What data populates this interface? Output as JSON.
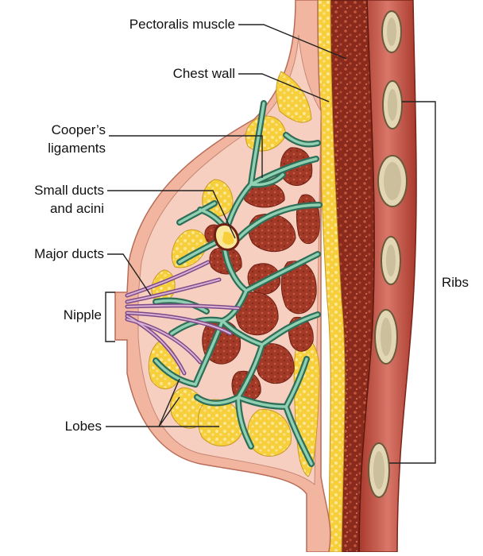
{
  "labels": {
    "pectoralis": "Pectoralis muscle",
    "chest_wall": "Chest wall",
    "coopers_1": "Cooper’s",
    "coopers_2": "ligaments",
    "small_ducts_1": "Small ducts",
    "small_ducts_2": "and acini",
    "major_ducts": "Major ducts",
    "nipple": "Nipple",
    "lobes": "Lobes",
    "ribs": "Ribs"
  },
  "colors": {
    "skin": "#f2b6a0",
    "skin_dark": "#c9826e",
    "fat": "#f6cf3a",
    "fat_light": "#fbe79a",
    "lobule": "#a33a28",
    "ligament": "#3e8a72",
    "ligament_light": "#8fd0b2",
    "muscle": "#8a2a1c",
    "muscle_dot": "#c4583f",
    "rib_muscle": "#c8564a",
    "rib_bone": "#e3d6b4",
    "rib_core": "#cbbf9c",
    "duct": "#b98bb6",
    "line": "#222222"
  }
}
